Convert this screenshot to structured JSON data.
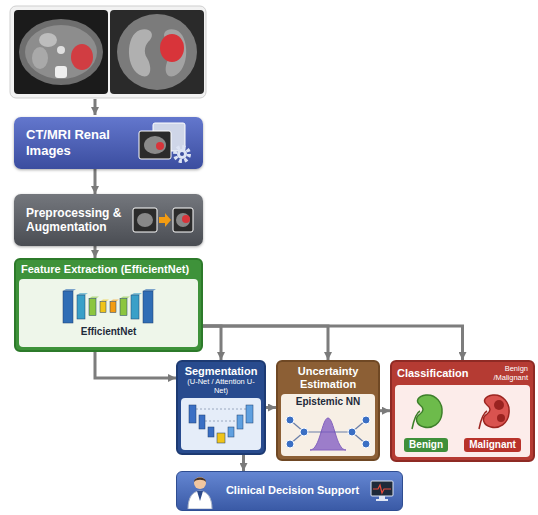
{
  "diagram": {
    "nodes": [
      {
        "text": [
          "CT/MRI Renal Images"
        ]
      },
      {
        "text": [
          "Preprocessing & Augmentation"
        ]
      },
      {
        "text": [
          "Feature Extraction (EfficientNet)",
          "EfficientNet"
        ]
      },
      {
        "text": [
          "Segmentation",
          "(U-Net / Attention U-Net)"
        ]
      },
      {
        "text": [
          "Uncertainty Estimation",
          "Epistemic NN"
        ]
      },
      {
        "text": [
          "Classification",
          "Benign /Malignant",
          "Benign",
          "Malignant"
        ]
      },
      {
        "text": [
          "Clinical Decision Support"
        ]
      }
    ],
    "edges": [
      {
        "from": 0,
        "to": 1,
        "arrow": "to"
      },
      {
        "from": 1,
        "to": 2,
        "arrow": "to"
      },
      {
        "from": 2,
        "to": 3,
        "arrow": "to"
      },
      {
        "from": 2,
        "to": 3,
        "arrow": "to"
      },
      {
        "from": 2,
        "to": 4,
        "arrow": "to"
      },
      {
        "from": 2,
        "to": 5,
        "arrow": "to"
      },
      {
        "from": 3,
        "to": 4,
        "arrow": "to"
      },
      {
        "from": 4,
        "to": 5,
        "arrow": "to"
      },
      {
        "from": 3,
        "to": 6,
        "arrow": "to"
      }
    ]
  }
}
